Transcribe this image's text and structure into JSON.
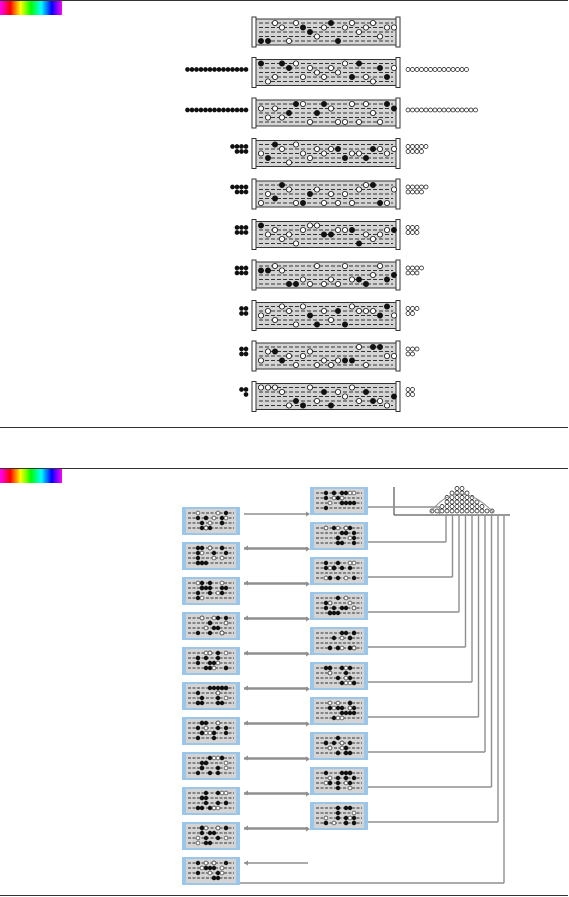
{
  "title": "",
  "colors": {
    "frame": "#333333",
    "tray": "#d4d4d4",
    "tray_blue": "#9cc5ea",
    "connector": "#8f8f8f",
    "bead_dark": "#111111",
    "bead_light": "#ffffff"
  },
  "top_panel": {
    "rows": 10
  },
  "bottom_panel": {
    "left_column_count": 11,
    "right_column_count": 10
  }
}
